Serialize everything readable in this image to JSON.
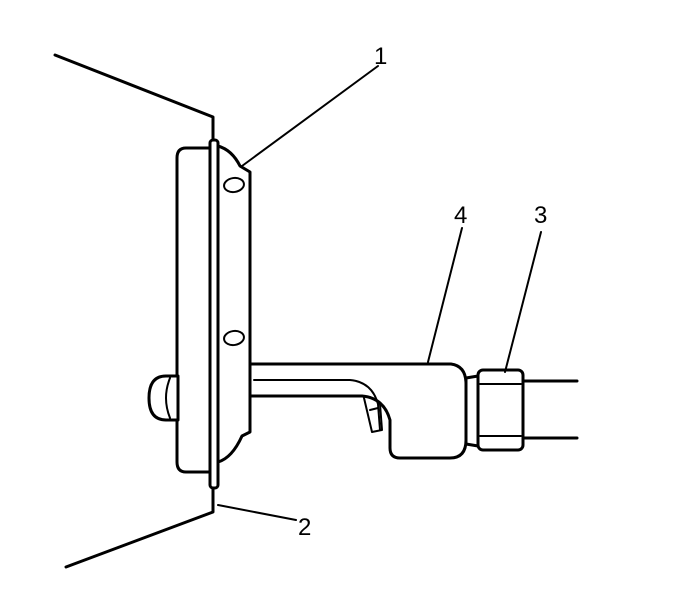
{
  "diagram": {
    "callouts": [
      {
        "id": "1",
        "text": "1"
      },
      {
        "id": "2",
        "text": "2"
      },
      {
        "id": "3",
        "text": "3"
      },
      {
        "id": "4",
        "text": "4"
      }
    ],
    "colors": {
      "line": "#000000",
      "background": "#ffffff"
    }
  }
}
